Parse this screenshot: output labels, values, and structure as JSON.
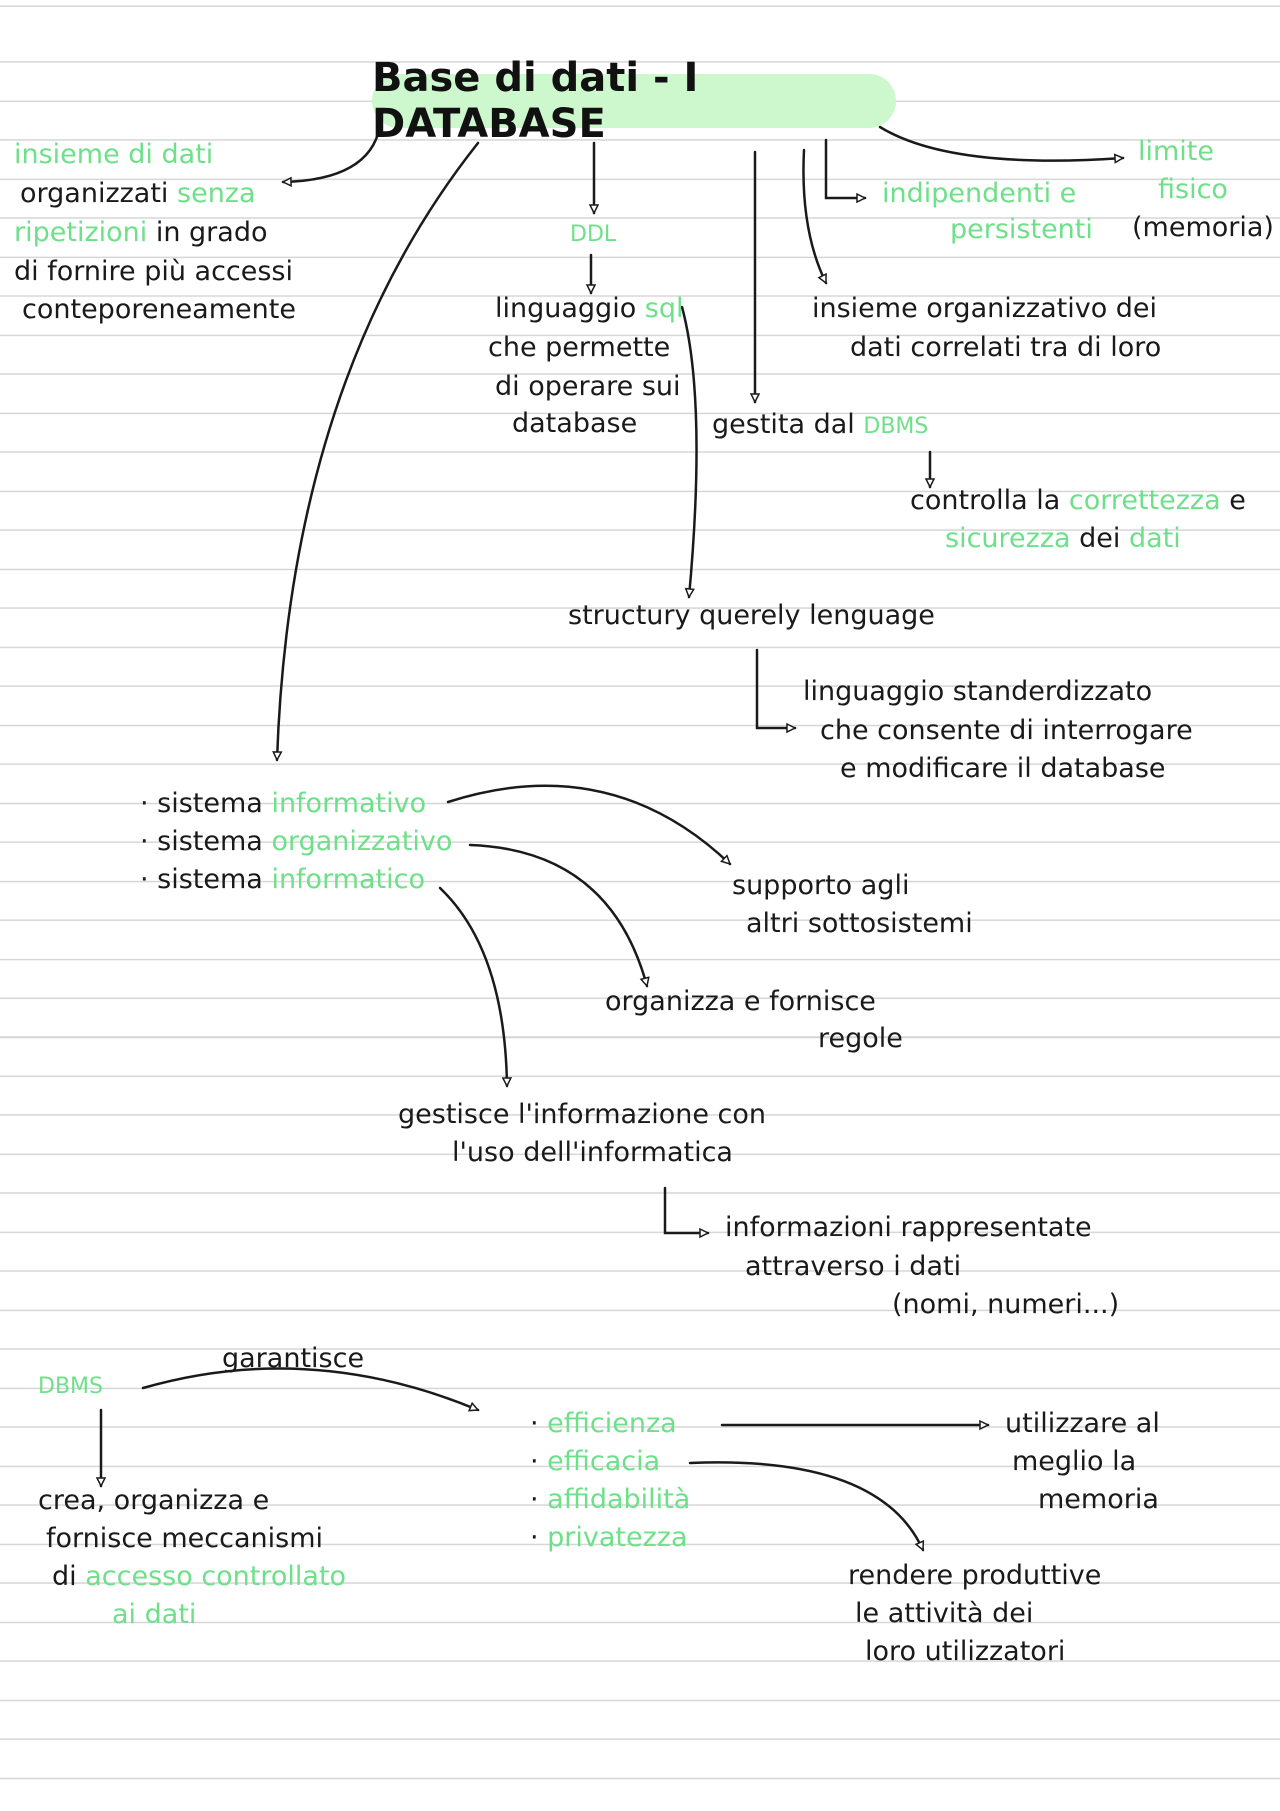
{
  "title": "Base di dati - I DATABASE",
  "colors": {
    "accent": "#6fe08a",
    "title_bg": "#cdf7cc",
    "ink": "#1a1a1a"
  },
  "branches": {
    "definition": {
      "green": "insieme di dati",
      "l1_a": "organizzati ",
      "l1_g": "senza",
      "l2_g": "ripetizioni",
      "l2_a": " in grado",
      "l3": "di fornire più accessi",
      "l4": "conteporeneamente"
    },
    "ddl": {
      "label": "DDL",
      "l1_a": "linguaggio ",
      "l1_g": "sql",
      "l2": "che permette",
      "l3": "di operare sui",
      "l4": "database"
    },
    "sql": {
      "label": "structury querely lenguage",
      "desc1": "linguaggio standerdizzato",
      "desc2": "che consente di interrogare",
      "desc3": "e modificare il database"
    },
    "dbms_managed": {
      "l1_a": "gestita dal ",
      "l1_g": "DBMS",
      "c1_a": "controlla la ",
      "c1_g": "correttezza",
      "c1_b": " e",
      "c2_g1": "sicurezza",
      "c2_a": " dei ",
      "c2_g2": "dati"
    },
    "independent": {
      "l1": "indipendenti e",
      "l2": "persistenti"
    },
    "organized": {
      "l1": "insieme organizzativo dei",
      "l2": "dati correlati tra di loro"
    },
    "limit": {
      "l1": "limite",
      "l2": "fisico",
      "l3": "(memoria)"
    }
  },
  "systems": {
    "items": [
      {
        "prefix": "sistema ",
        "green": "informativo"
      },
      {
        "prefix": "sistema ",
        "green": "organizzativo"
      },
      {
        "prefix": "sistema ",
        "green": "informatico"
      }
    ],
    "support": {
      "l1": "supporto agli",
      "l2": "altri sottosistemi"
    },
    "organize": {
      "l1": "organizza e fornisce",
      "l2": "regole"
    },
    "manage": {
      "l1": "gestisce l'informazione con",
      "l2": "l'uso dell'informatica"
    },
    "info": {
      "l1": "informazioni rappresentate",
      "l2": "attraverso i dati",
      "l3": "(nomi, numeri...)"
    }
  },
  "dbms": {
    "label": "DBMS",
    "guarantees": "garantisce",
    "creates": {
      "l1": "crea, organizza e",
      "l2": "fornisce meccanismi",
      "l3_a": "di ",
      "l3_g": "accesso controllato",
      "l4_g": "ai dati"
    },
    "qualities": [
      "efficienza",
      "efficacia",
      "affidabilità",
      "privatezza"
    ],
    "efficiency_desc": {
      "l1": "utilizzare al",
      "l2": "meglio la",
      "l3": "memoria"
    },
    "efficacy_desc": {
      "l1": "rendere produttive",
      "l2": "le attività dei",
      "l3": "loro utilizzatori"
    }
  }
}
